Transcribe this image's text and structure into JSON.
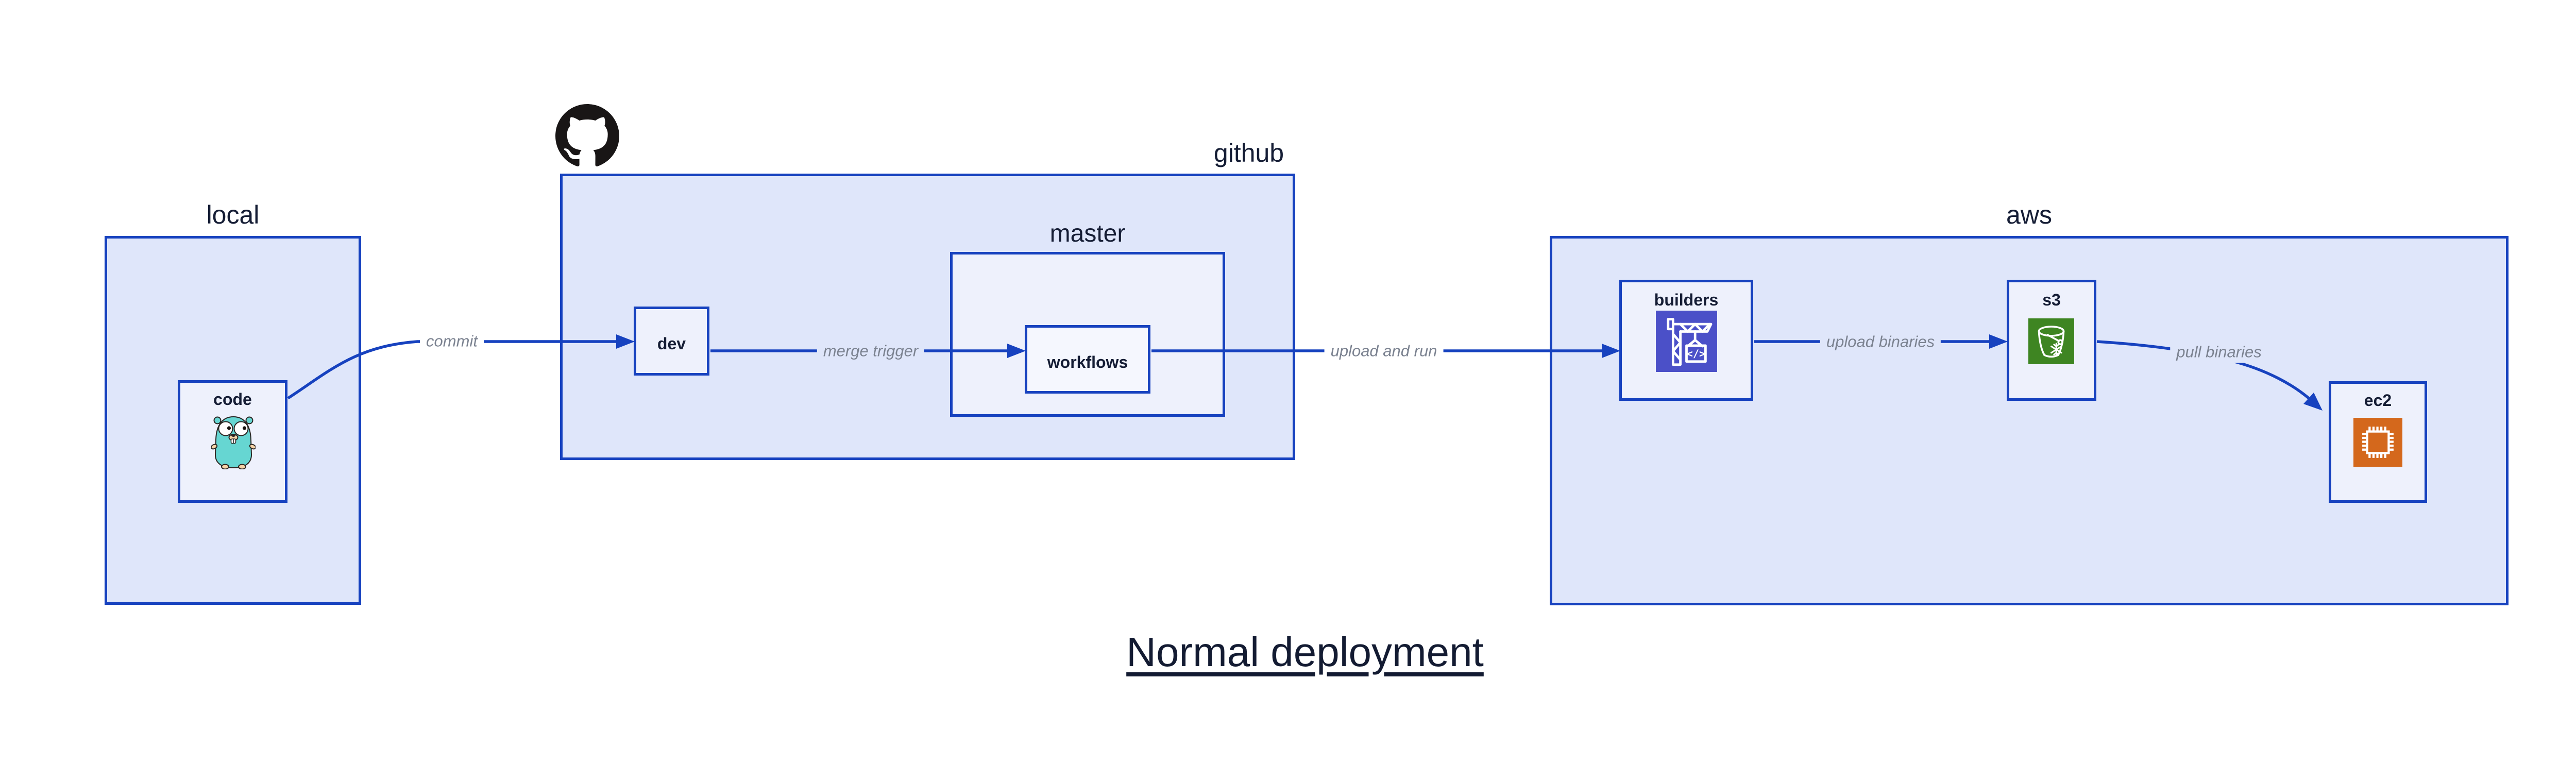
{
  "diagram": {
    "title": "Normal deployment",
    "groups": {
      "local": {
        "label": "local"
      },
      "github": {
        "label": "github"
      },
      "master": {
        "label": "master"
      },
      "aws": {
        "label": "aws"
      }
    },
    "nodes": {
      "code": {
        "label": "code",
        "icon": "go-gopher-icon"
      },
      "dev": {
        "label": "dev"
      },
      "workflows": {
        "label": "workflows"
      },
      "builders": {
        "label": "builders",
        "icon": "aws-codebuild-crane-icon",
        "icon_text": "</>"
      },
      "s3": {
        "label": "s3",
        "icon": "aws-s3-bucket-snowflake-icon"
      },
      "ec2": {
        "label": "ec2",
        "icon": "aws-ec2-chip-icon"
      }
    },
    "edges": {
      "commit": {
        "label": "commit",
        "from": "code",
        "to": "dev"
      },
      "merge_trigger": {
        "label": "merge trigger",
        "from": "dev",
        "to": "workflows"
      },
      "upload_and_run": {
        "label": "upload and run",
        "from": "workflows",
        "to": "builders"
      },
      "upload_binaries": {
        "label": "upload binaries",
        "from": "builders",
        "to": "s3"
      },
      "pull_binaries": {
        "label": "pull binaries",
        "from": "s3",
        "to": "ec2"
      }
    },
    "logo": {
      "name": "github-octocat-logo"
    },
    "colors": {
      "box_border": "#1742bf",
      "arrow": "#1742bf",
      "group_fill": "#dfe6fa",
      "node_fill": "#eef1fc",
      "workflows_fill": "#f5f7fe",
      "heading_text": "#151d35",
      "edge_label_text": "#7b8290",
      "codebuild_purple": "#4b50c8",
      "s3_green": "#3e8522",
      "ec2_orange": "#d4681c",
      "gopher_teal": "#66d6d2",
      "octocat_black": "#191616"
    }
  }
}
